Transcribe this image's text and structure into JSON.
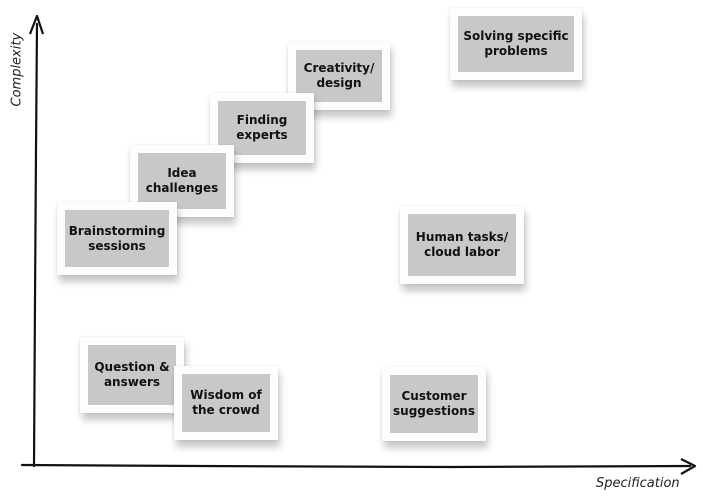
{
  "axes": {
    "y_label": "Complexity",
    "x_label": "Specification"
  },
  "cards": {
    "solving": "Solving specific\nproblems",
    "creativity": "Creativity/\ndesign",
    "experts": "Finding\nexperts",
    "idea": "Idea\nchallenges",
    "brainstorm": "Brainstorming\nsessions",
    "human": "Human tasks/\ncloud labor",
    "qa": "Question &\nanswers",
    "wisdom": "Wisdom of\nthe crowd",
    "customer": "Customer\nsuggestions"
  },
  "colors": {
    "card_fill": "#c8c8c8",
    "card_border": "#fdfdfd",
    "axis": "#111111"
  }
}
